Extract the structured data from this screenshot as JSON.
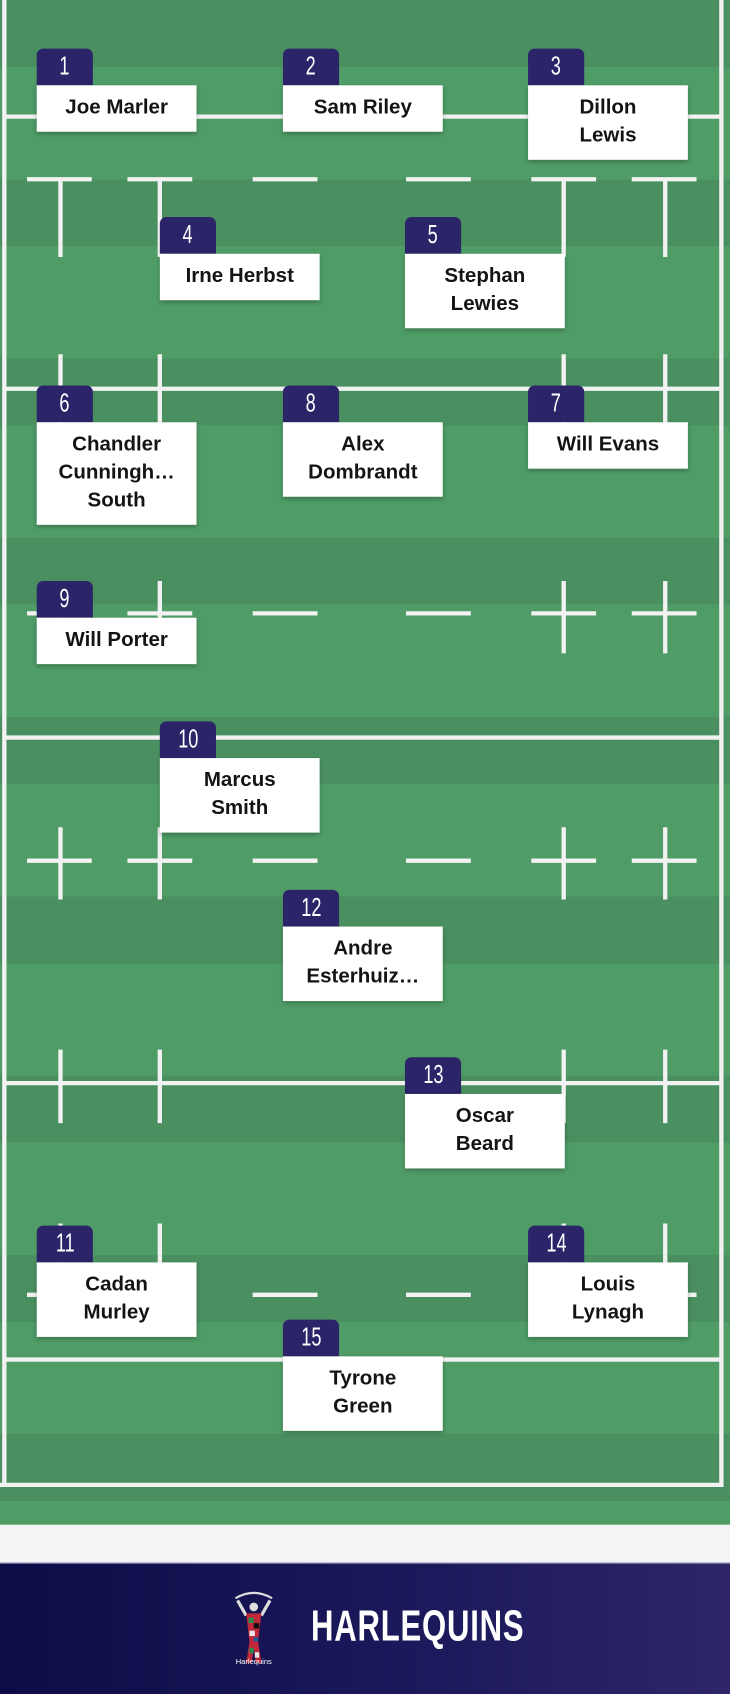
{
  "team_name": "HARLEQUINS",
  "logo_caption": "Harlequins",
  "colors": {
    "field_dark": "#4a8f5f",
    "field_light": "#4f9c66",
    "badge": "#2b2468",
    "footer": "#0d0c47"
  },
  "players": [
    {
      "number": "1",
      "name": "Joe Marler"
    },
    {
      "number": "2",
      "name": "Sam Riley"
    },
    {
      "number": "3",
      "name": "Dillon\nLewis"
    },
    {
      "number": "4",
      "name": "Irne Herbst"
    },
    {
      "number": "5",
      "name": "Stephan\nLewies"
    },
    {
      "number": "6",
      "name": "Chandler\nCunningh…\nSouth"
    },
    {
      "number": "8",
      "name": "Alex\nDombrandt"
    },
    {
      "number": "7",
      "name": "Will Evans"
    },
    {
      "number": "9",
      "name": "Will Porter"
    },
    {
      "number": "10",
      "name": "Marcus\nSmith"
    },
    {
      "number": "12",
      "name": "Andre\nEsterhuiz…"
    },
    {
      "number": "13",
      "name": "Oscar\nBeard"
    },
    {
      "number": "11",
      "name": "Cadan\nMurley"
    },
    {
      "number": "14",
      "name": "Louis\nLynagh"
    },
    {
      "number": "15",
      "name": "Tyrone\nGreen"
    }
  ]
}
